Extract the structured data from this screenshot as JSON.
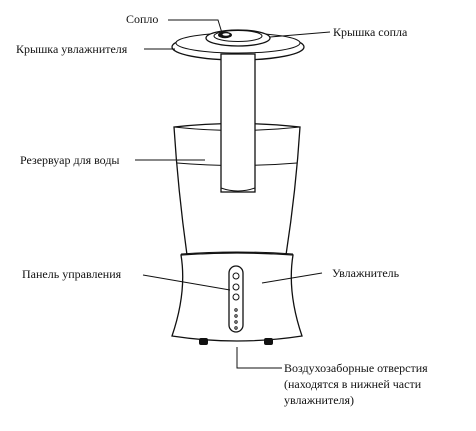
{
  "labels": {
    "nozzle": "Сопло",
    "nozzle_cap": "Крышка сопла",
    "humidifier_lid": "Крышка увлажнителя",
    "water_tank": "Резервуар для воды",
    "control_panel": "Панель управления",
    "humidifier": "Увлажнитель",
    "air_intake_line1": "Воздухозаборные отверстия",
    "air_intake_line2": "(находятся в нижней части",
    "air_intake_line3": "увлажнителя)"
  },
  "colors": {
    "line": "#111111",
    "background": "#ffffff"
  }
}
